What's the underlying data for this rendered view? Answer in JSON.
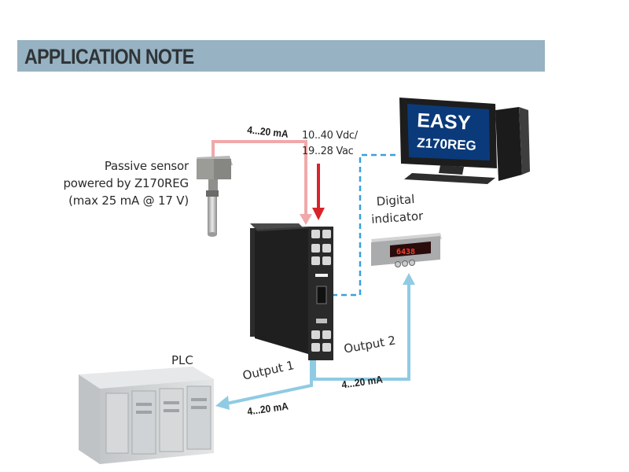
{
  "header": {
    "title": "APPLICATION NOTE"
  },
  "labels": {
    "sensor_line1": "Passive sensor",
    "sensor_line2": "powered by Z170REG",
    "sensor_line3": "(max 25 mA @ 17 V)",
    "input_current": "4...20 mA",
    "supply_line1": "10..40 Vdc/",
    "supply_line2": "19..28 Vac",
    "indicator_line1": "Digital",
    "indicator_line2": "indicator",
    "indicator_reading": "6438",
    "plc": "PLC",
    "output1": "Output 1",
    "output1_current": "4...20 mA",
    "output2": "Output 2",
    "output2_current": "4...20 mA",
    "screen_line1": "EASY",
    "screen_line2": "Z170REG"
  },
  "colors": {
    "banner": "#97b2c2",
    "sensor_wire": "#f0a9aa",
    "supply_arrow": "#d9232a",
    "serial_link": "#3aa0dc",
    "output_wire": "#8fcbe3"
  }
}
